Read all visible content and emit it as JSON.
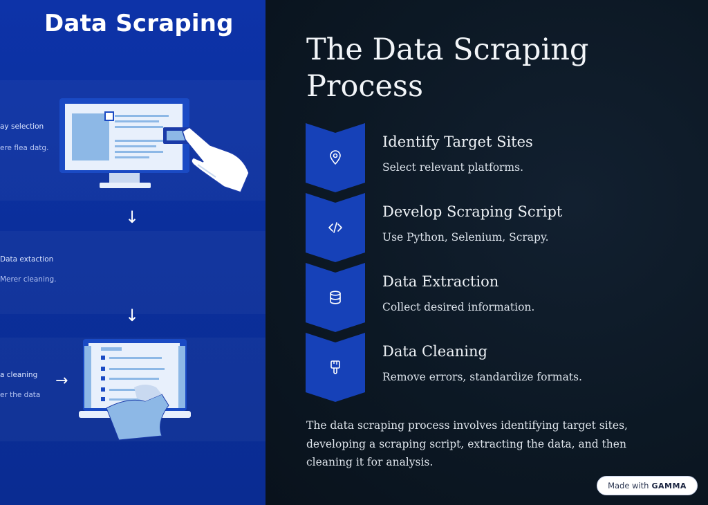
{
  "illustration": {
    "title": "Data Scraping",
    "labels": [
      {
        "main": "ay selection",
        "sub": "ere flea datg."
      },
      {
        "main": "Data extaction",
        "sub": "Merer cleaning."
      },
      {
        "main": "a cleaning",
        "sub": "er the data"
      }
    ],
    "arrow_down": "↓",
    "arrow_right": "→"
  },
  "content": {
    "title": "The Data Scraping Process",
    "steps": [
      {
        "title": "Identify Target Sites",
        "desc": "Select relevant platforms.",
        "icon": "map-pin-icon"
      },
      {
        "title": "Develop Scraping Script",
        "desc": "Use Python, Selenium, Scrapy.",
        "icon": "code-icon"
      },
      {
        "title": "Data Extraction",
        "desc": "Collect desired information.",
        "icon": "database-icon"
      },
      {
        "title": "Data Cleaning",
        "desc": "Remove errors, standardize formats.",
        "icon": "paintbrush-icon"
      }
    ],
    "summary": "The data scraping process involves identifying target sites, developing a scraping script, extracting the data, and then cleaning it for analysis."
  },
  "badge": {
    "prefix": "Made with",
    "brand": "GAMMA"
  },
  "colors": {
    "left_panel": "#0b2f9c",
    "right_panel": "#0c1824",
    "chevron": "#1641b8",
    "text": "#eef2f6"
  }
}
